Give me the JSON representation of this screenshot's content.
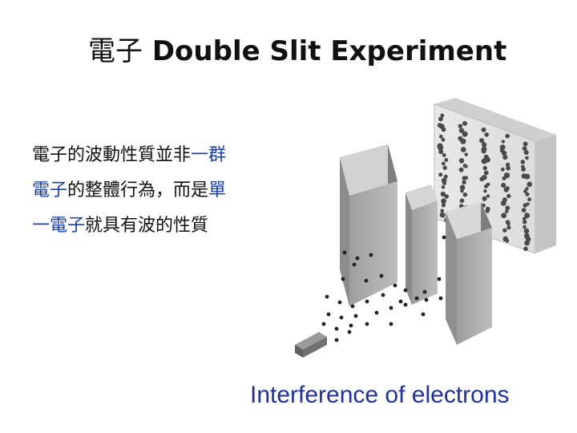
{
  "title": {
    "cjk": "電子",
    "latin": " Double Slit Experiment"
  },
  "description": {
    "line1": {
      "black": "電子的波動性質並非",
      "blue": "一群"
    },
    "line2": {
      "blue": "電子",
      "black": "的整體行為，而是",
      "blue2": "單"
    },
    "line3": {
      "blue": "一電子",
      "black": "就具有波的性質"
    }
  },
  "caption": "Interference of electrons",
  "colors": {
    "title": "#111111",
    "accent_blue": "#1a3fb0",
    "caption": "#1f2fa8"
  },
  "icons": [
    "electron-gun-icon",
    "slit-barrier-icon",
    "detection-screen-icon"
  ]
}
